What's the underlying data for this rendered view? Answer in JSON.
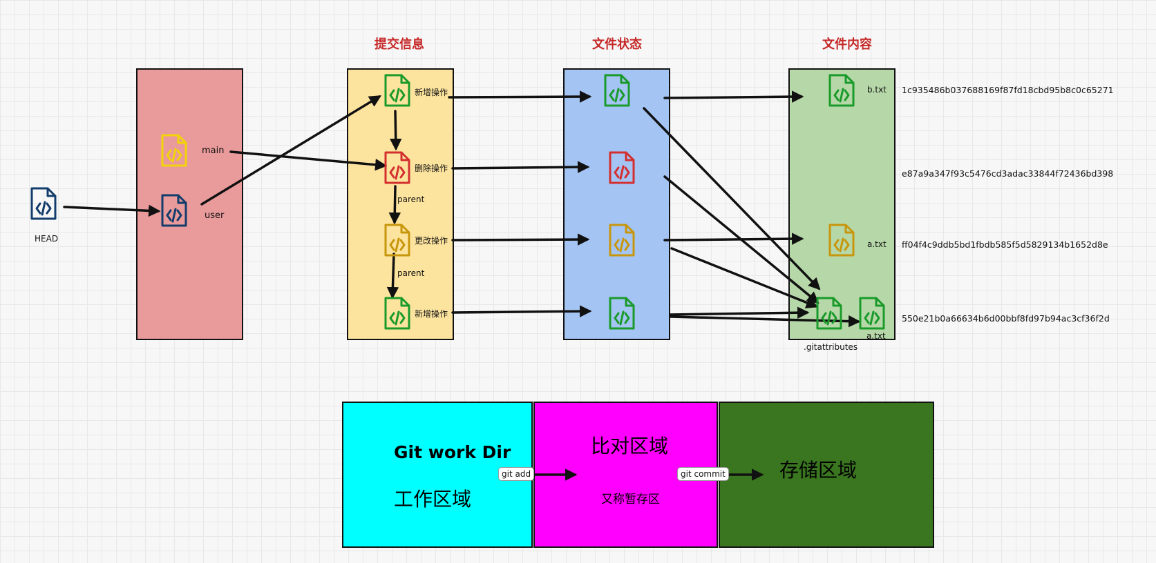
{
  "titles": {
    "commit_info": "提交信息",
    "file_state": "文件状态",
    "file_content": "文件内容"
  },
  "refs": {
    "head": "HEAD",
    "main": "main",
    "user": "user"
  },
  "commits": [
    {
      "label": "新增操作",
      "color": "#1a9a2a"
    },
    {
      "label": "删除操作",
      "color": "#d32f2f"
    },
    {
      "label": "更改操作",
      "color": "#c8960c"
    },
    {
      "label": "新增操作",
      "color": "#1a9a2a"
    }
  ],
  "parent_label": "parent",
  "files": {
    "b": "b.txt",
    "a": "a.txt",
    "a2": "a.txt",
    "gitattributes": ".gitattributes"
  },
  "hashes": [
    "1c935486b037688169f87fd18cbd95b8c0c65271",
    "e87a9a347f93c5476cd3adac33844f72436bd398",
    "ff04f4c9ddb5bd1fbdb585f5d5829134b1652d8e",
    "550e21b0a66634b6d00bbf8fd97b94ac3cf36f2d"
  ],
  "areas": {
    "work": {
      "title_en": "Git work Dir",
      "title_cn": "工作区域",
      "color": "#00ffff"
    },
    "stage": {
      "title": "比对区域",
      "subtitle": "又称暂存区",
      "color": "#ff00ff"
    },
    "repo": {
      "title": "存储区域",
      "color": "#3a7520"
    }
  },
  "actions": {
    "add": "git add",
    "commit": "git commit"
  },
  "colors": {
    "refs_panel": "#e99a9a",
    "commit_panel": "#fde49e",
    "state_panel": "#a4c4f4",
    "content_panel": "#b6d8a8",
    "head_icon": "#123c6b",
    "main_icon": "#f2d40a",
    "title_red": "#c62828"
  }
}
